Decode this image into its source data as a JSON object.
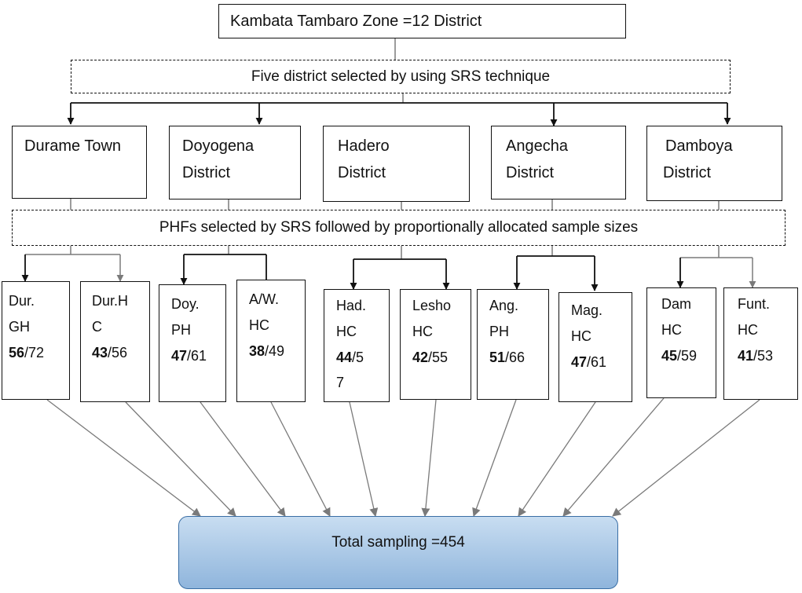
{
  "zone": {
    "label": "Kambata Tambaro Zone =12 District"
  },
  "selection_district": {
    "label": "Five district selected by using SRS technique"
  },
  "selection_phf": {
    "label": "PHFs selected by SRS followed by proportionally allocated sample sizes"
  },
  "districts": [
    {
      "line1": "Durame Town",
      "line2": ""
    },
    {
      "line1": "Doyogena",
      "line2": "District"
    },
    {
      "line1": "Hadero",
      "line2": "District"
    },
    {
      "line1": "Angecha",
      "line2": "District"
    },
    {
      "line1": "Damboya",
      "line2": "District"
    }
  ],
  "facilities": [
    {
      "line1": "Dur.",
      "line2": "GH",
      "sample": "56",
      "total": "/72"
    },
    {
      "line1": "Dur.H",
      "line2": "C",
      "sample": "43",
      "total": "/56"
    },
    {
      "line1": "Doy.",
      "line2": "PH",
      "sample": "47",
      "total": "/61"
    },
    {
      "line1": "A/W.",
      "line2": "HC",
      "sample": "38",
      "total": "/49"
    },
    {
      "line1": "Had.",
      "line2": "HC",
      "sample": "44",
      "total": "/5",
      "line4": "7"
    },
    {
      "line1": "Lesho",
      "line2": "HC",
      "sample": "42",
      "total": "/55"
    },
    {
      "line1": "Ang.",
      "line2": "PH",
      "sample": "51",
      "total": "/66"
    },
    {
      "line1": "Mag.",
      "line2": "HC",
      "sample": "47",
      "total": "/61"
    },
    {
      "line1": "Dam",
      "line2": "HC",
      "sample": "45",
      "total": "/59"
    },
    {
      "line1": "Funt.",
      "line2": "HC",
      "sample": "41",
      "total": "/53"
    }
  ],
  "total": {
    "label": "Total sampling =454"
  },
  "colors": {
    "black_connector": "#111111",
    "gray_connector": "#7a7a7a",
    "total_fill": "#a9c8e8"
  }
}
